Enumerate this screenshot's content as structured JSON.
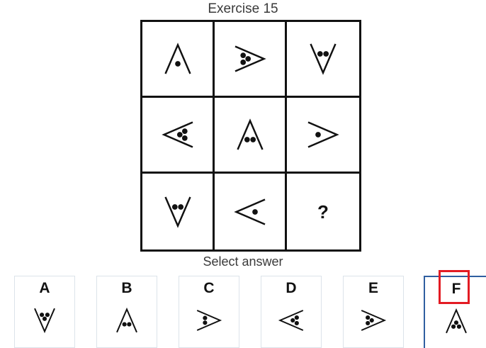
{
  "title": "Exercise 15",
  "grid": {
    "question_mark": "?",
    "cells": [
      {
        "opening": "down",
        "dots": 1
      },
      {
        "opening": "left",
        "dots": 3
      },
      {
        "opening": "up",
        "dots": 2
      },
      {
        "opening": "right",
        "dots": 3
      },
      {
        "opening": "down",
        "dots": 2
      },
      {
        "opening": "left",
        "dots": 1
      },
      {
        "opening": "up",
        "dots": 2
      },
      {
        "opening": "right",
        "dots": 1
      },
      null
    ]
  },
  "select_label": "Select answer",
  "options": [
    {
      "label": "A",
      "opening": "up",
      "dots": 3
    },
    {
      "label": "B",
      "opening": "down",
      "dots": 2
    },
    {
      "label": "C",
      "opening": "left",
      "dots": 2
    },
    {
      "label": "D",
      "opening": "right",
      "dots": 3
    },
    {
      "label": "E",
      "opening": "left",
      "dots": 3
    },
    {
      "label": "F",
      "opening": "down",
      "dots": 3,
      "selected": true
    }
  ],
  "colors": {
    "highlight": "#e31b23",
    "selected_border": "#2f5fa0",
    "ink": "#111111"
  }
}
